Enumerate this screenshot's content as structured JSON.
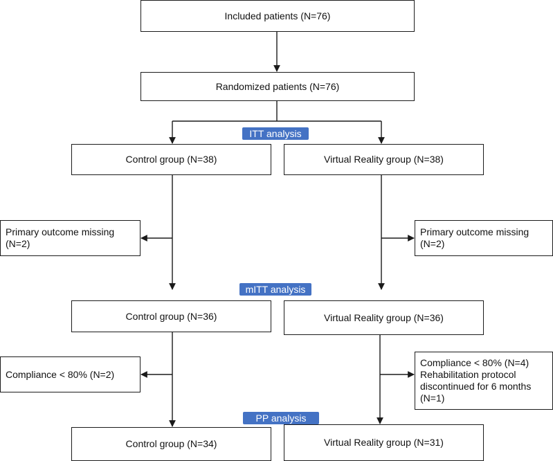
{
  "boxes": {
    "included": "Included patients (N=76)",
    "randomized": "Randomized patients (N=76)",
    "control_itt": "Control group (N=38)",
    "vr_itt": "Virtual Reality group (N=38)",
    "control_missing": [
      "Primary outcome missing",
      "(N=2)"
    ],
    "vr_missing": [
      "Primary outcome missing",
      "(N=2)"
    ],
    "control_mitt": "Control group (N=36)",
    "vr_mitt": "Virtual Reality group (N=36)",
    "control_compliance": "Compliance < 80% (N=2)",
    "vr_compliance": [
      "Compliance < 80% (N=4)",
      "Rehabilitation protocol",
      "discontinued for 6 months",
      "(N=1)"
    ],
    "control_pp": "Control group (N=34)",
    "vr_pp": "Virtual Reality group (N=31)"
  },
  "tags": {
    "itt": "ITT analysis",
    "mitt": "mITT analysis",
    "pp": "PP analysis"
  },
  "colors": {
    "tag_background": "#4472c4",
    "tag_text": "#ffffff",
    "line": "#1a1a1a"
  }
}
